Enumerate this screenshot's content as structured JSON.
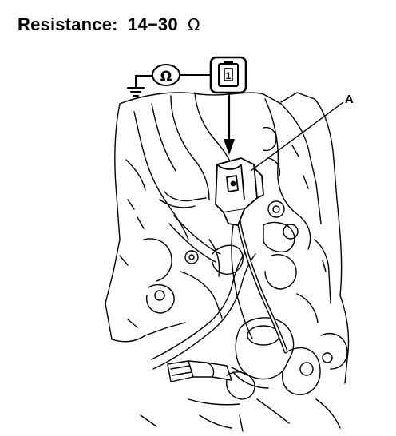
{
  "heading": {
    "label": "Resistance:",
    "value": "14−30",
    "unit": "Ω"
  },
  "meter_symbol": "Ω",
  "terminal_number": "1",
  "callout_label": "A",
  "icons": [
    "ground-symbol-icon",
    "ohmmeter-icon",
    "connector-terminal-icon",
    "arrow-down-icon"
  ],
  "colors": {
    "ink": "#000000",
    "paper": "#ffffff"
  }
}
